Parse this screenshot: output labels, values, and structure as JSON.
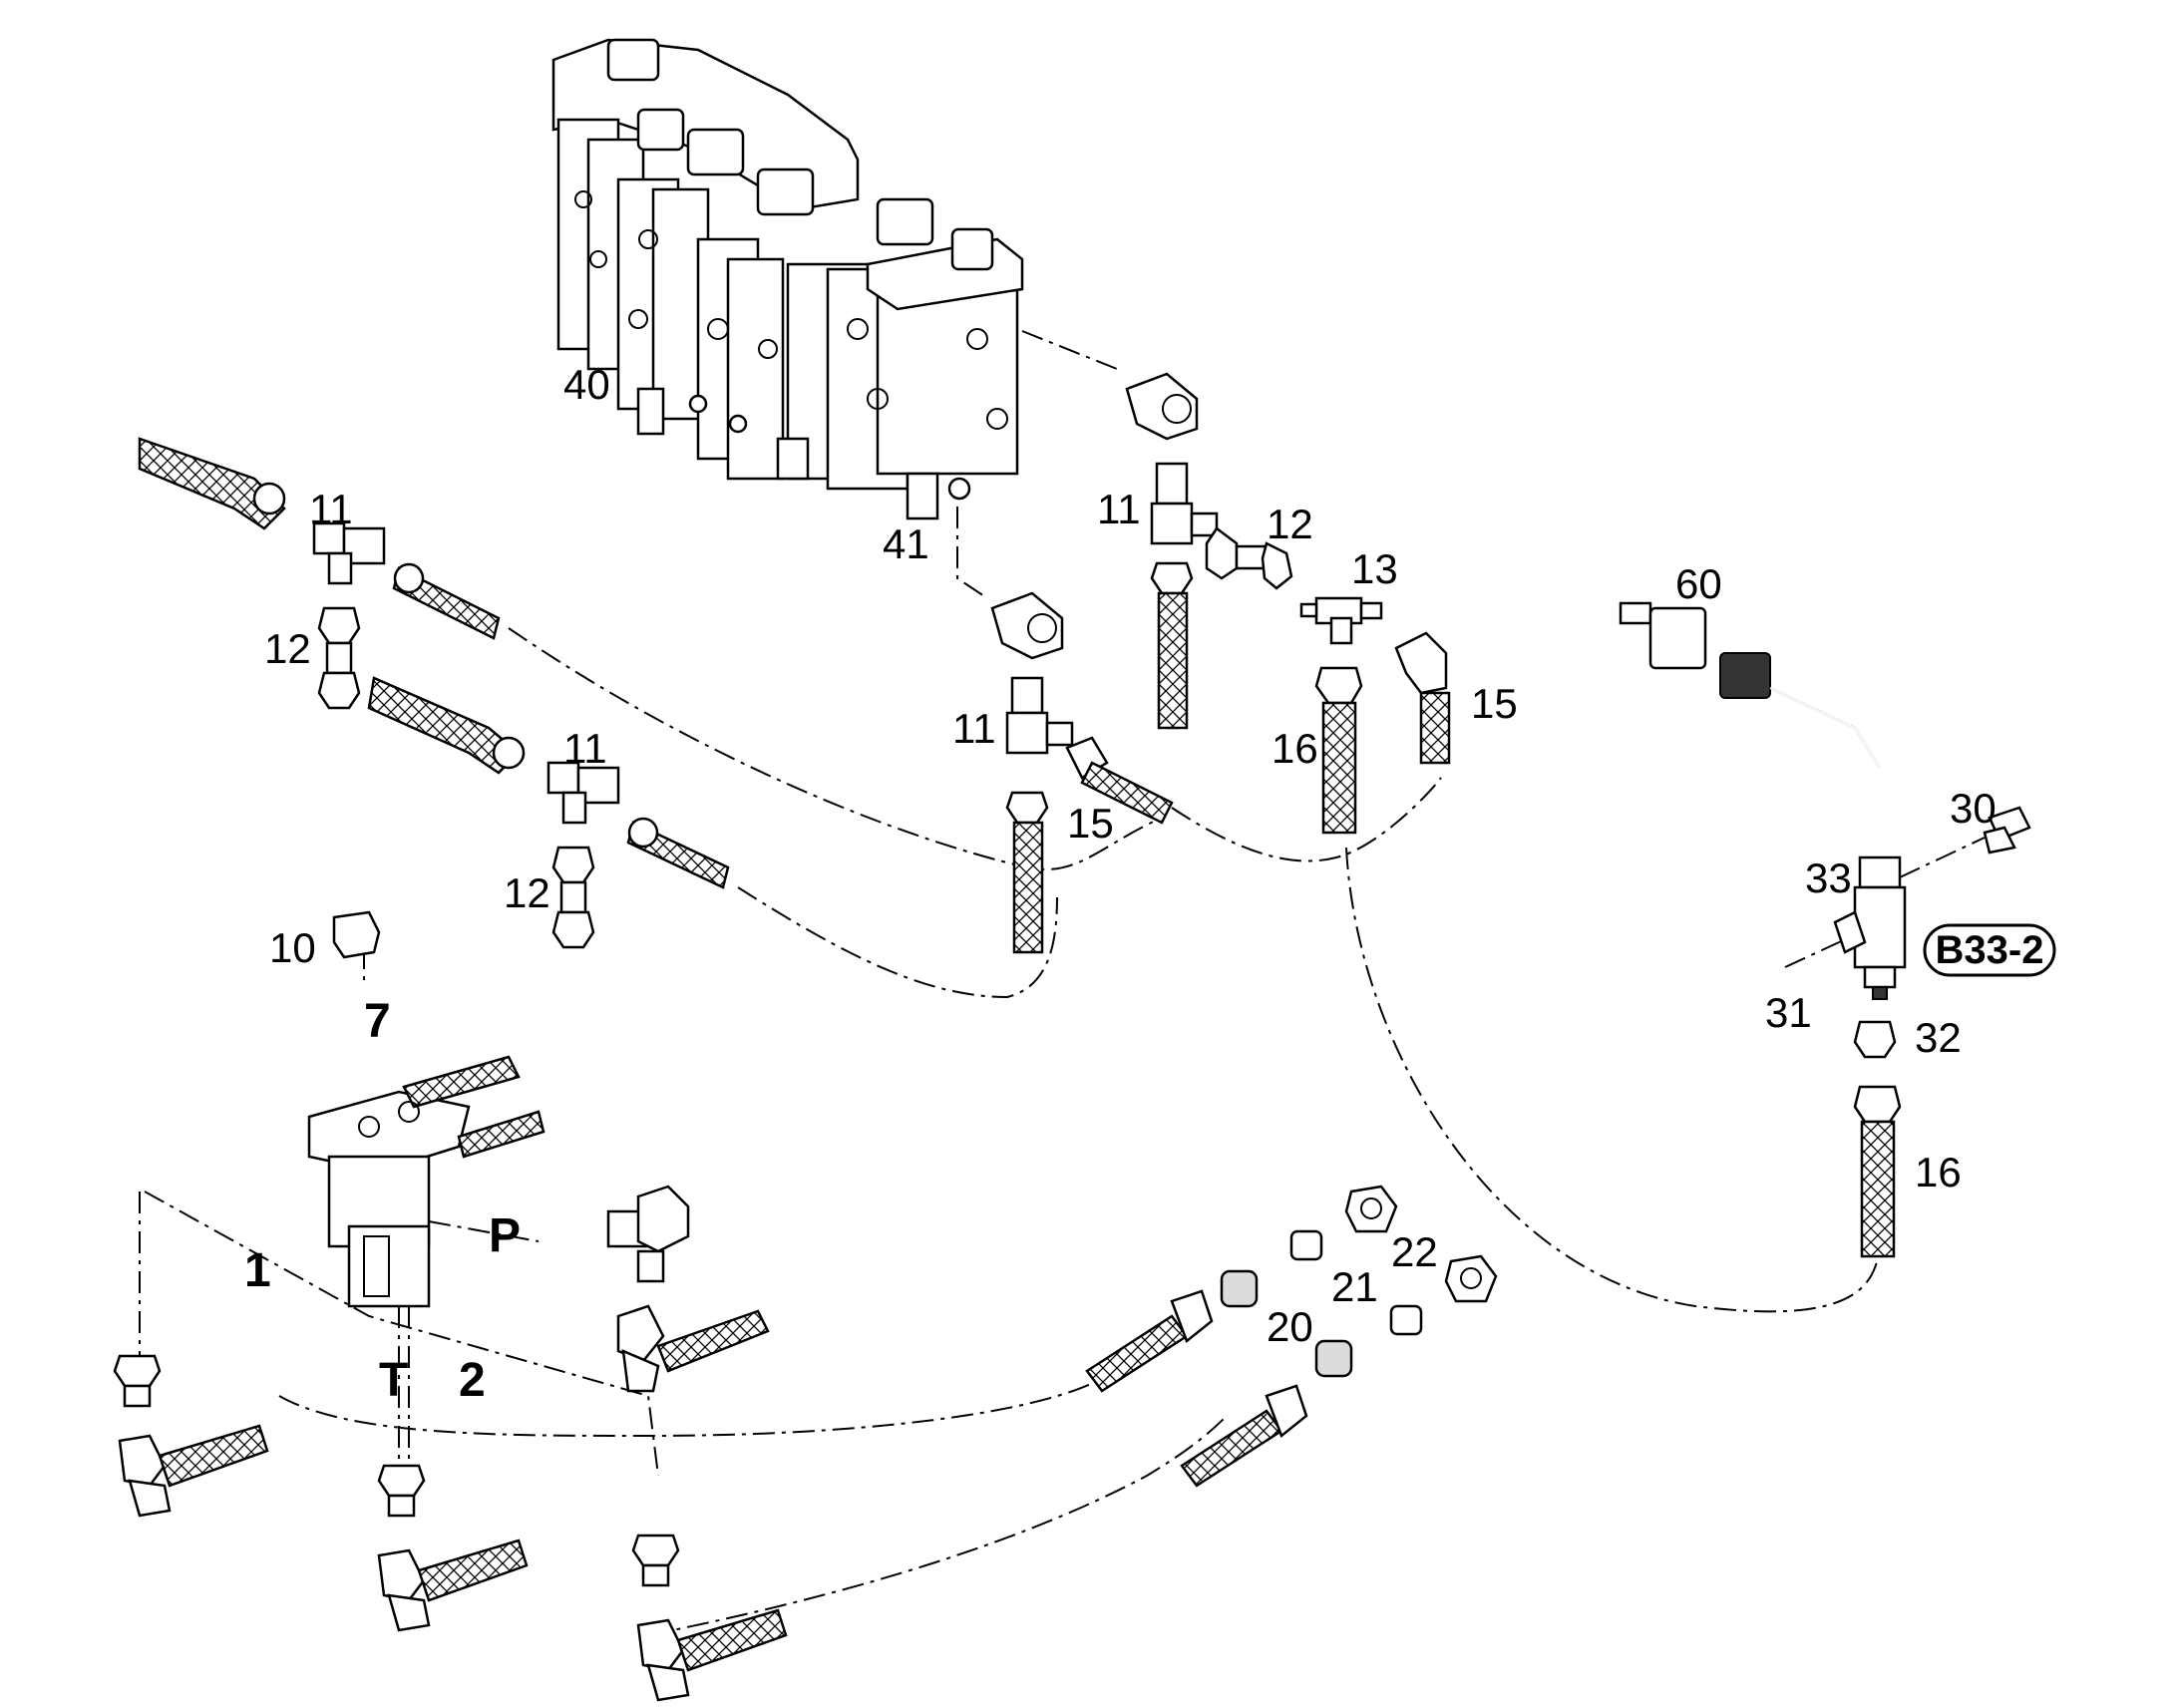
{
  "labels": {
    "l40": "40",
    "l41": "41",
    "l11a": "11",
    "l12a": "12",
    "l11b": "11",
    "l12b": "12",
    "l11c": "11",
    "l12c": "12",
    "l13": "13",
    "l11d": "11",
    "l15a": "15",
    "l16a": "16",
    "l15b": "15",
    "l60": "60",
    "l30": "30",
    "l33": "33",
    "l31": "31",
    "l32": "32",
    "l16b": "16",
    "l10": "10",
    "l7": "7",
    "lP": "P",
    "l1": "1",
    "lT": "T",
    "l2": "2",
    "l22": "22",
    "l21": "21",
    "l20": "20"
  },
  "callout": {
    "text": "B33-2"
  },
  "icons": [
    "control-valve-block-icon",
    "tee-fitting-icon",
    "elbow-fitting-icon",
    "hose-icon",
    "pedal-valve-icon",
    "pressure-sensor-icon",
    "connector-plug-icon"
  ]
}
